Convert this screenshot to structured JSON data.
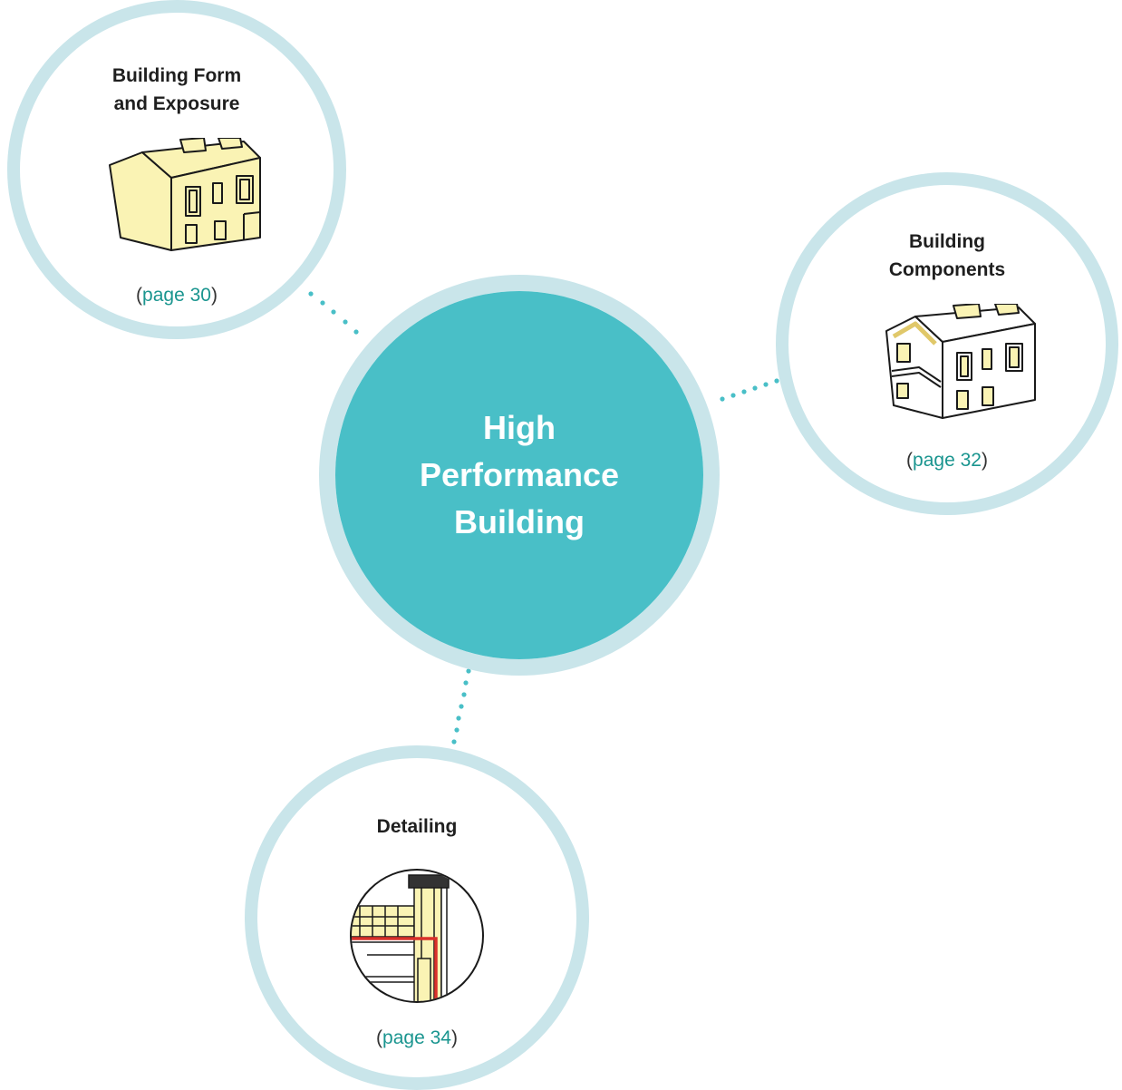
{
  "hub": {
    "title": "High Performance Building"
  },
  "nodes": {
    "form": {
      "title": "Building Form and Exposure",
      "page_open": "(",
      "page_link": "page 30",
      "page_close": ")"
    },
    "components": {
      "title": "Building Components",
      "page_open": "(",
      "page_link": "page 32",
      "page_close": ")"
    },
    "detailing": {
      "title": "Detailing",
      "page_open": "(",
      "page_link": "page 34",
      "page_close": ")"
    }
  },
  "colors": {
    "hub_fill": "#49bfc7",
    "ring": "#c9e5ea",
    "connector_dots": "#49bfc7",
    "link_text": "#1a958f",
    "house_fill": "#faf3b4",
    "detail_red": "#d9302a"
  }
}
